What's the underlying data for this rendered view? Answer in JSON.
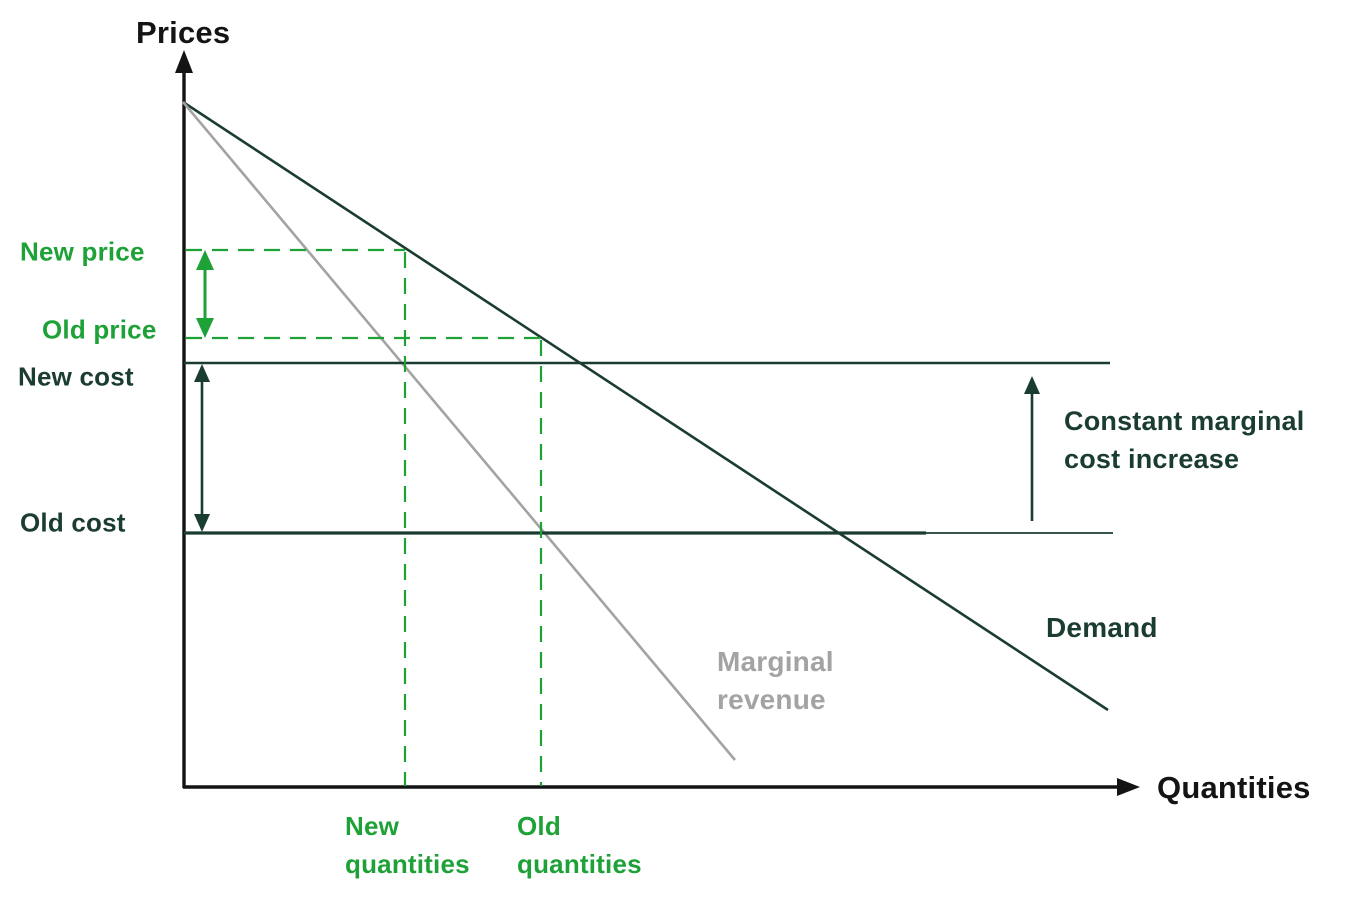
{
  "labels": {
    "prices": "Prices",
    "quantities": "Quantities",
    "new_price": "New price",
    "old_price": "Old price",
    "new_cost": "New cost",
    "old_cost": "Old cost",
    "demand": "Demand",
    "marginal_revenue": {
      "line1": "Marginal",
      "line2": "revenue"
    },
    "new_quantities": {
      "line1": "New",
      "line2": "quantities"
    },
    "old_quantities": {
      "line1": "Old",
      "line2": "quantities"
    },
    "cost_increase": {
      "line1": "Constant marginal",
      "line2": "cost increase"
    }
  },
  "colors": {
    "background": "#ffffff",
    "axis_black": "#141414",
    "dark_green": "#1a3c31",
    "bright_green": "#1ea238",
    "gray": "#a3a3a3"
  },
  "chart_data": {
    "type": "line",
    "title": "",
    "xlabel": "Quantities",
    "ylabel": "Prices",
    "axis_numeric": false,
    "grid": false,
    "legend_position": "inline-labels",
    "note": "Qualitative monopoly pricing diagram; no numeric ticks shown. Coordinates normalized 0-100 of plot area.",
    "series": [
      {
        "name": "Demand",
        "color": "#1a3c31",
        "style": "solid",
        "points": [
          [
            0,
            94.0
          ],
          [
            97.0,
            10.7
          ]
        ]
      },
      {
        "name": "Marginal revenue",
        "color": "#a3a3a3",
        "style": "solid",
        "points": [
          [
            0,
            94.0
          ],
          [
            57.9,
            3.8
          ]
        ]
      },
      {
        "name": "New cost",
        "color": "#1a3c31",
        "style": "solid",
        "points": [
          [
            0,
            58.2
          ],
          [
            97.2,
            58.2
          ]
        ]
      },
      {
        "name": "Old cost",
        "color": "#1a3c31",
        "style": "solid",
        "points": [
          [
            0,
            34.9
          ],
          [
            97.5,
            34.9
          ]
        ]
      }
    ],
    "reference_levels": {
      "new_price_y": 73.7,
      "old_price_y": 61.6,
      "new_cost_y": 58.2,
      "old_cost_y": 34.9,
      "new_quantities_x": 23.2,
      "old_quantities_x": 37.4
    },
    "annotations": [
      {
        "text": "Constant marginal cost increase",
        "type": "arrow-up",
        "between": [
          "Old cost",
          "New cost"
        ]
      },
      {
        "text": "price increase arrow",
        "type": "double-arrow",
        "between": [
          "Old price",
          "New price"
        ]
      },
      {
        "text": "cost increase arrow",
        "type": "double-arrow",
        "between": [
          "Old cost",
          "New cost"
        ]
      }
    ]
  }
}
